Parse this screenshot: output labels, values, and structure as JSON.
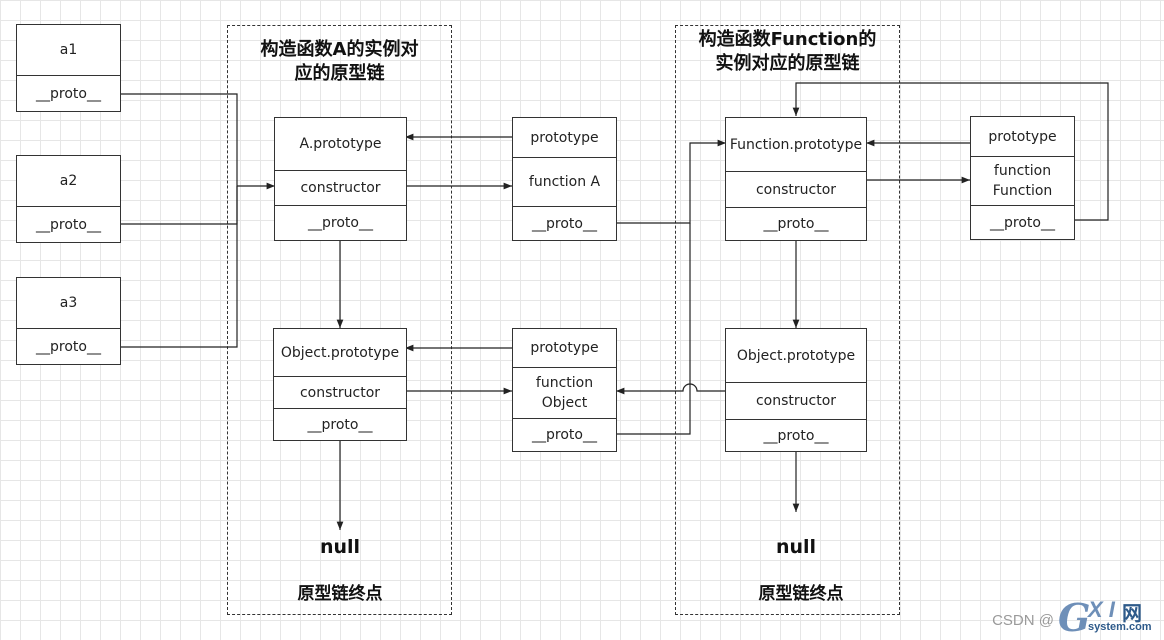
{
  "groups": {
    "group_a": {
      "title": "构造函数A的实例对\n应的原型链"
    },
    "group_function": {
      "title": "构造函数Function的\n实例对应的原型链"
    }
  },
  "instances": {
    "a1": {
      "name": "a1",
      "proto": "__proto__"
    },
    "a2": {
      "name": "a2",
      "proto": "__proto__"
    },
    "a3": {
      "name": "a3",
      "proto": "__proto__"
    }
  },
  "a_prototype": {
    "title": "A.prototype",
    "constructor": "constructor",
    "proto": "__proto__"
  },
  "object_prototype_left": {
    "title": "Object.prototype",
    "constructor": "constructor",
    "proto": "__proto__"
  },
  "function_a": {
    "prototype": "prototype",
    "name": "function A",
    "proto": "__proto__"
  },
  "function_object": {
    "prototype": "prototype",
    "name": "function\nObject",
    "proto": "__proto__"
  },
  "function_prototype": {
    "title": "Function.prototype",
    "constructor": "constructor",
    "proto": "__proto__"
  },
  "function_function": {
    "prototype": "prototype",
    "name": "function\nFunction",
    "proto": "__proto__"
  },
  "object_prototype_right": {
    "title": "Object.prototype",
    "constructor": "constructor",
    "proto": "__proto__"
  },
  "terminals": {
    "left_null": "null",
    "left_end": "原型链终点",
    "right_null": "null",
    "right_end": "原型链终点"
  },
  "watermark": {
    "csdn": "CSDN @",
    "logo_g": "G",
    "logo_xi": "X I",
    "logo_wang": "网",
    "logo_site": "system.com"
  },
  "colors": {
    "stroke": "#333333",
    "grid": "#e6e6e6",
    "watermark_blue": "#6e8fb8"
  }
}
